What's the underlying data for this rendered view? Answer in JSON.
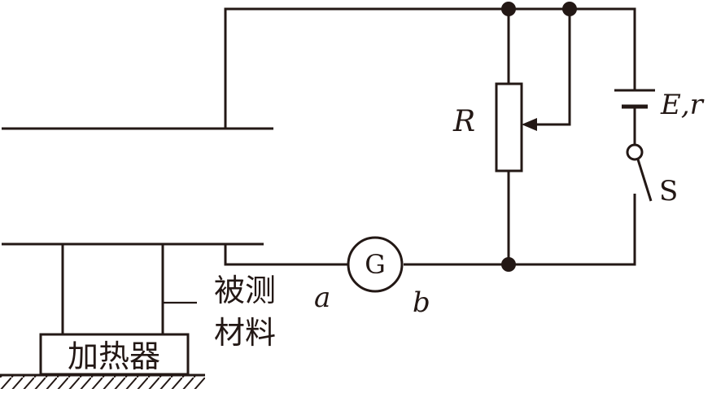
{
  "diagram": {
    "resistor_label": "R",
    "battery_label": "E,r",
    "switch_label": "S",
    "galvanometer_label": "G",
    "terminal_a": "a",
    "terminal_b": "b",
    "material_label_line1": "被测",
    "material_label_line2": "材料",
    "heater_label": "加热器"
  }
}
